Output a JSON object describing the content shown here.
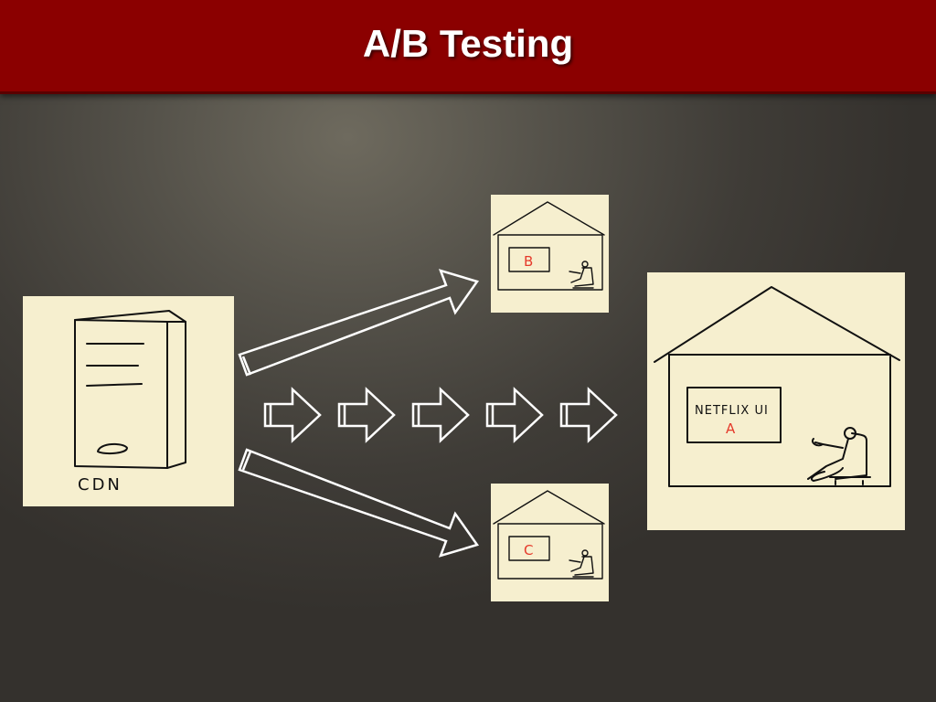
{
  "slide": {
    "title": "A/B Testing"
  },
  "cdn": {
    "label": "CDN"
  },
  "variant_b": {
    "label": "B"
  },
  "variant_c": {
    "label": "C"
  },
  "variant_a": {
    "ui_label": "NETFLIX UI",
    "label": "A"
  },
  "colors": {
    "header": "#8b0000",
    "paper": "#f6efcf",
    "variant_ink": "#e53a2b",
    "arrow": "#ffffff"
  },
  "icons": [
    "server-icon",
    "house-icon",
    "tv-screen-icon",
    "person-in-chair-icon",
    "arrow-right-icon"
  ]
}
